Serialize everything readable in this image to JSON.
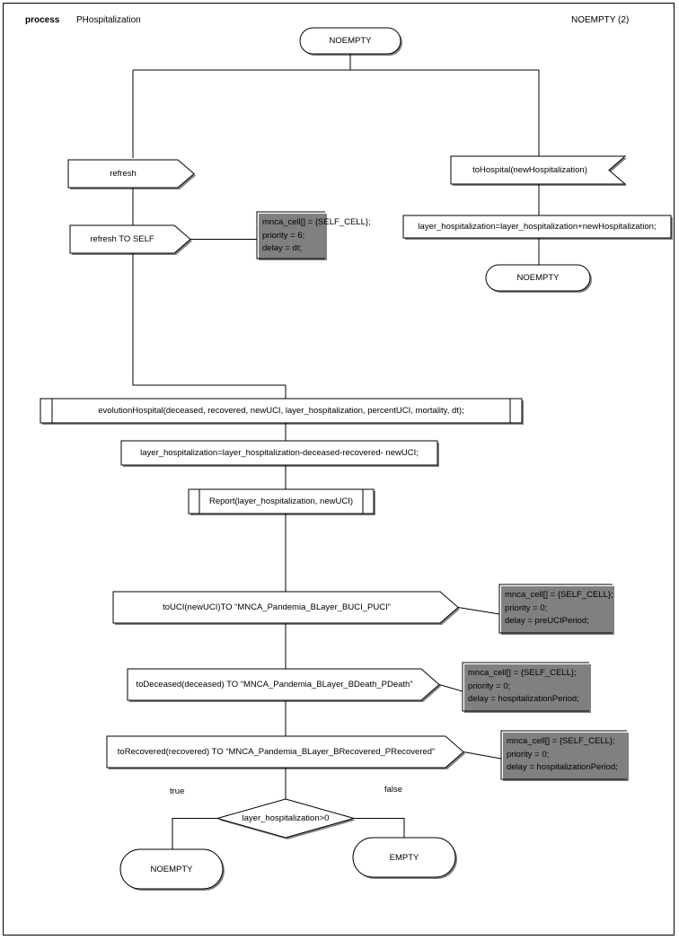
{
  "header": {
    "kind_label": "process",
    "process_name": "PHospitalization",
    "page_ref": "NOEMPTY (2)"
  },
  "nodes": {
    "start_state": "NOEMPTY",
    "input_refresh": "refresh",
    "output_refresh_self": "refresh TO SELF",
    "input_to_hospital": "toHospital(newHospitalization)",
    "task_add_hospitalization": "layer_hospitalization=layer_hospitalization+newHospitalization;",
    "state_after_hospital": "NOEMPTY",
    "proc_evolution_hospital": "evolutionHospital(deceased, recovered, newUCI, layer_hospitalization, percentUCI, mortality, dt);",
    "task_subtract": "layer_hospitalization=layer_hospitalization-deceased-recovered- newUCI;",
    "proc_report": "Report(layer_hospitalization, newUCI)",
    "output_to_uci": "toUCI(newUCI)TO “MNCA_Pandemia_BLayer_BUCI_PUCI”",
    "output_to_deceased": "toDeceased(deceased) TO “MNCA_Pandemia_BLayer_BDeath_PDeath”",
    "output_to_recovered": "toRecovered(recovered) TO “MNCA_Pandemia_BLayer_BRecovered_PRecovered”",
    "decision": "layer_hospitalization>0",
    "state_true": "NOEMPTY",
    "state_false": "EMPTY"
  },
  "branch_labels": {
    "true": "true",
    "false": "false"
  },
  "comments": {
    "refresh_self": [
      "mnca_cell[] = {SELF_CELL};",
      "priority = 6;",
      "delay = dt;"
    ],
    "to_uci": [
      "mnca_cell[] = {SELF_CELL};",
      "priority = 0;",
      "delay = preUCIPeriod;"
    ],
    "to_deceased": [
      "mnca_cell[] = {SELF_CELL};",
      "priority = 0;",
      "delay = hospitalizationPeriod;"
    ],
    "to_recovered": [
      "mnca_cell[] = {SELF_CELL};",
      "priority = 0;",
      "delay = hospitalizationPeriod;"
    ]
  },
  "colors": {
    "stroke": "#000000",
    "shadow": "#7f7f7f",
    "background": "#ffffff"
  }
}
